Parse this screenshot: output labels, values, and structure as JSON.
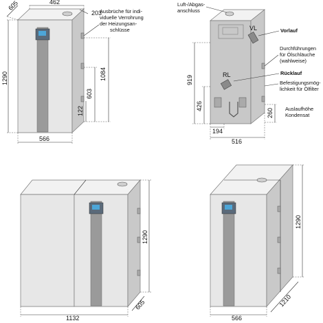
{
  "dims": {
    "top_depth": "605",
    "top_width": "462",
    "top_offset": "203",
    "height_total": "1290",
    "height_1084": "1084",
    "height_603": "603",
    "height_122": "122",
    "width_front": "566",
    "rear_919": "919",
    "rear_426": "426",
    "rear_194": "194",
    "rear_516": "516",
    "rear_260": "260",
    "big_width": "1132",
    "big_height": "1290",
    "big_depth": "605",
    "right_width": "566",
    "right_height": "1290",
    "right_depth": "1210"
  },
  "notes": {
    "ausbrueche": [
      "Ausbrüche für indi-",
      "viduelle Verrohrung",
      "der Heizungsan-",
      "schlüsse"
    ],
    "luft": [
      "Luft-/Abgas-",
      "anschluss"
    ],
    "vorlauf": "Vorlauf",
    "vl": "VL",
    "durchfuehrungen": [
      "Durchführungen",
      "für Ölschläuche",
      "(wahlweise)"
    ],
    "ruecklauf": "Rücklauf",
    "rl": "RL",
    "befestigung": [
      "Befestigungsmög-",
      "lichkeit für Ölfilter"
    ],
    "auslauf": [
      "Auslaufhöhe",
      "Kondensat"
    ]
  }
}
